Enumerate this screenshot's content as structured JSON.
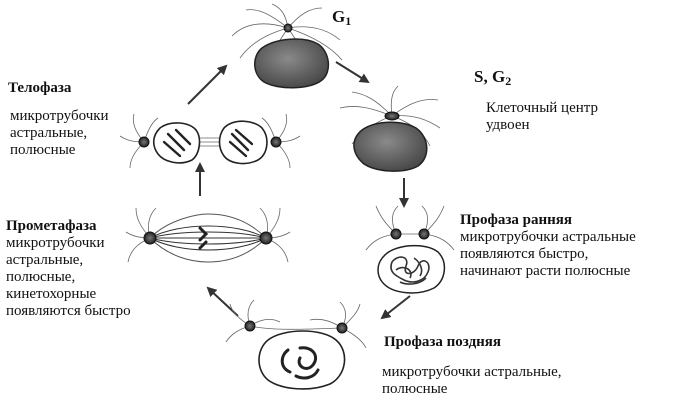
{
  "phases": {
    "g1": {
      "title": "G",
      "sub": "1"
    },
    "s_g2": {
      "title": "S, G",
      "sub": "2",
      "desc": [
        "Клеточный центр",
        "удвоен"
      ]
    },
    "early_prophase": {
      "title": "Профаза ранняя",
      "desc": [
        "микротрубочки астральные",
        "появляются быстро,",
        "начинают расти полюсные"
      ]
    },
    "late_prophase": {
      "title": "Профаза поздняя",
      "desc": [
        "микротрубочки астральные,",
        "полюсные"
      ]
    },
    "prometaphase": {
      "title": "Прометафаза",
      "desc": [
        "микротрубочки",
        "астральные,",
        "полюсные,",
        "кинетохорные",
        "появляются быстро"
      ]
    },
    "telophase": {
      "title": "Телофаза",
      "desc": [
        "микротрубочки",
        "астральные,",
        "полюсные"
      ]
    }
  }
}
